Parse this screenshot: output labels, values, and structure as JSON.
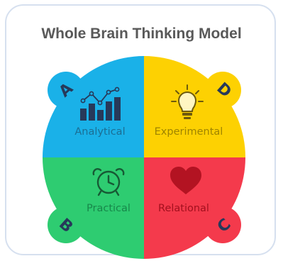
{
  "title": "Whole Brain Thinking Model",
  "quadrants": [
    {
      "letter": "A",
      "label": "Analytical",
      "color": "#1ab1e8",
      "label_color": "#1b6e94",
      "icon": "bar-line-chart-icon"
    },
    {
      "letter": "D",
      "label": "Experimental",
      "color": "#fdd102",
      "label_color": "#b39200",
      "icon": "light-bulb-icon"
    },
    {
      "letter": "B",
      "label": "Practical",
      "color": "#2ecc71",
      "label_color": "#17874a",
      "icon": "alarm-clock-icon"
    },
    {
      "letter": "C",
      "label": "Relational",
      "color": "#f43a4c",
      "label_color": "#a3101e",
      "icon": "heart-icon"
    }
  ]
}
